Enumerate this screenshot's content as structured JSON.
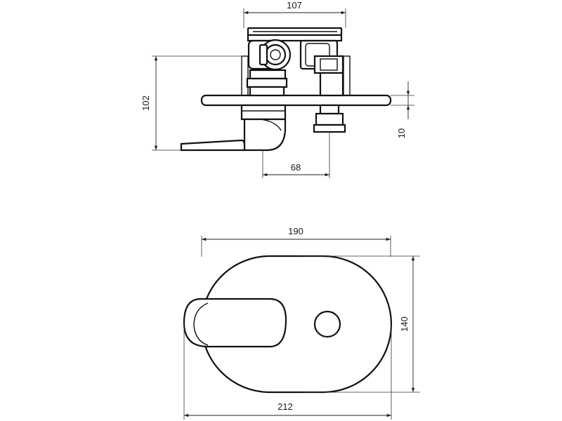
{
  "dimensions": {
    "top_width": "107",
    "top_height": "102",
    "top_offset": "68",
    "top_plate": "10",
    "front_width_upper": "190",
    "front_height": "140",
    "front_width_lower": "212"
  },
  "colors": {
    "line": "#111111",
    "background": "#ffffff"
  }
}
